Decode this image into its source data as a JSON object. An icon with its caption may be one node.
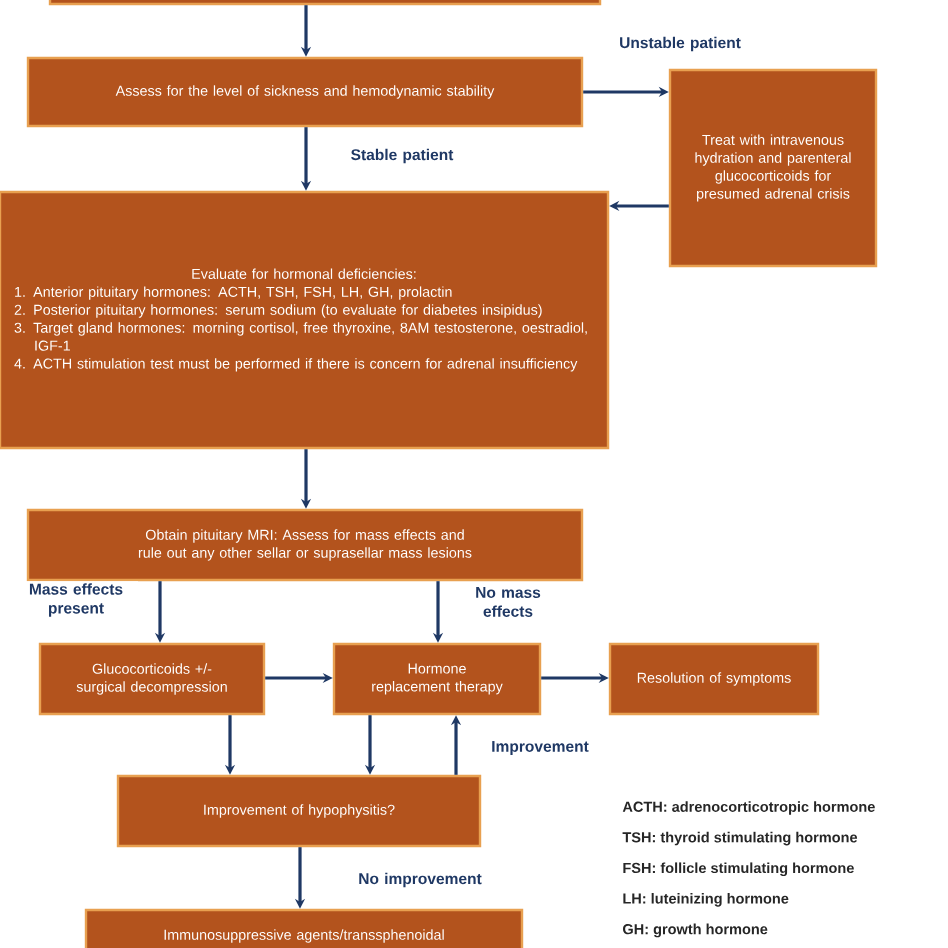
{
  "diagram": {
    "nodes": [
      {
        "text": [],
        "shape": "box"
      },
      {
        "text": [
          "Assess for the level of sickness and hemodynamic stability"
        ]
      },
      {
        "text": [
          "Treat with intravenous hydration and parenteral glucocorticoids for presumed adrenal crisis"
        ]
      },
      {
        "text": [
          "Evaluate for hormonal deficiencies:",
          "1. Anterior pituitary hormones: ACTH, TSH, FSH, LH, GH, prolactin",
          "2. Posterior pituitary hormones: serum sodium (to evaluate for diabetes insipidus)",
          "3. Target gland hormones: morning cortisol, free thyroxine, 8AM testosterone, oestradiol, IGF-1",
          "4. ACTH stimulation test must be performed if there is concern for adrenal insufficiency"
        ]
      },
      {
        "text": [
          "Obtain pituitary MRI: Assess for mass effects and rule out any other sellar or suprasellar mass lesions"
        ]
      },
      {
        "text": [
          "Glucocorticoids +/- surgical decompression"
        ]
      },
      {
        "text": [
          "Hormone replacement therapy"
        ]
      },
      {
        "text": [
          "Resolution of symptoms"
        ]
      },
      {
        "text": [
          "Improvement of hypophysitis?"
        ]
      },
      {
        "text": [
          "Immunosuppressive agents/transsphenoidal"
        ]
      }
    ],
    "edges": [
      {
        "from": 0,
        "to": 1,
        "arrow": "to"
      },
      {
        "from": 1,
        "to": 2,
        "arrow": "to",
        "label": "Unstable patient"
      },
      {
        "from": 1,
        "to": 3,
        "arrow": "to",
        "label": "Stable patient"
      },
      {
        "from": 2,
        "to": 3,
        "arrow": "to"
      },
      {
        "from": 3,
        "to": 4,
        "arrow": "to"
      },
      {
        "from": 4,
        "to": 5,
        "arrow": "to",
        "label": "Mass effects present"
      },
      {
        "from": 4,
        "to": 6,
        "arrow": "to",
        "label": "No mass effects"
      },
      {
        "from": 5,
        "to": 6,
        "arrow": "to"
      },
      {
        "from": 6,
        "to": 7,
        "arrow": "to"
      },
      {
        "from": 5,
        "to": 8,
        "arrow": "to"
      },
      {
        "from": 6,
        "to": 8,
        "arrow": "to"
      },
      {
        "from": 8,
        "to": 6,
        "arrow": "to",
        "label": "Improvement"
      },
      {
        "from": 8,
        "to": 9,
        "arrow": "to",
        "label": "No improvement"
      }
    ],
    "labels": [
      "ACTH: adrenocorticotropic hormone",
      "TSH: thyroid stimulating hormone",
      "FSH: follicle stimulating hormone",
      "LH: luteinizing hormone",
      "GH: growth hormone"
    ]
  }
}
